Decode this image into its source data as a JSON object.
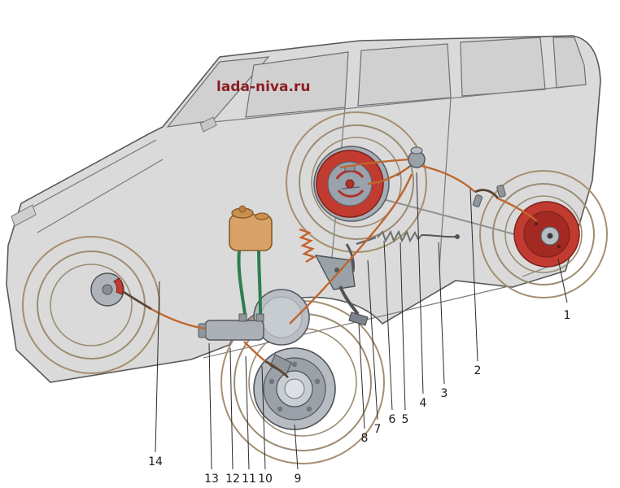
{
  "watermark": "lada-niva.ru",
  "callouts": [
    {
      "label": "1"
    },
    {
      "label": "2"
    },
    {
      "label": "3"
    },
    {
      "label": "4"
    },
    {
      "label": "5"
    },
    {
      "label": "6"
    },
    {
      "label": "7"
    },
    {
      "label": "8"
    },
    {
      "label": "9"
    },
    {
      "label": "10"
    },
    {
      "label": "11"
    },
    {
      "label": "12"
    },
    {
      "label": "13"
    },
    {
      "label": "14"
    }
  ],
  "colors": {
    "background": "#ffffff",
    "body_fill": "#dadada",
    "body_outline": "#5a5a5a",
    "window_fill": "#d0d0d0",
    "wheel_arch": "#a58f6f",
    "tire_outline": "#9c8c74",
    "brake_pipe": "#c0662e",
    "flex_hose": "#5a4632",
    "reservoir_hose": "#2e7d4f",
    "brake_drum": "#c23b31",
    "brake_drum_dark": "#a32a22",
    "reservoir": "#d8a269",
    "metal": "#aab0b6",
    "watermark": "#8b1f24",
    "callout_text": "#1a1a1a"
  }
}
